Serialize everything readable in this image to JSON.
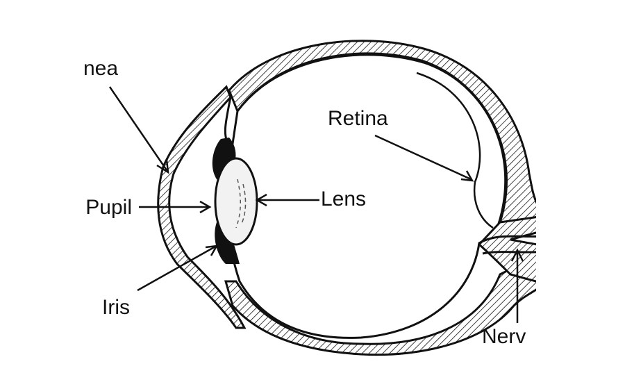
{
  "diagram": {
    "labels": {
      "cornea": "nea",
      "pupil": "Pupil",
      "iris": "Iris",
      "lens": "Lens",
      "retina": "Retina",
      "nerve": "Nerv"
    },
    "colors": {
      "ink": "#111111",
      "background": "#ffffff",
      "lens_fill": "#f2f2f2"
    }
  }
}
